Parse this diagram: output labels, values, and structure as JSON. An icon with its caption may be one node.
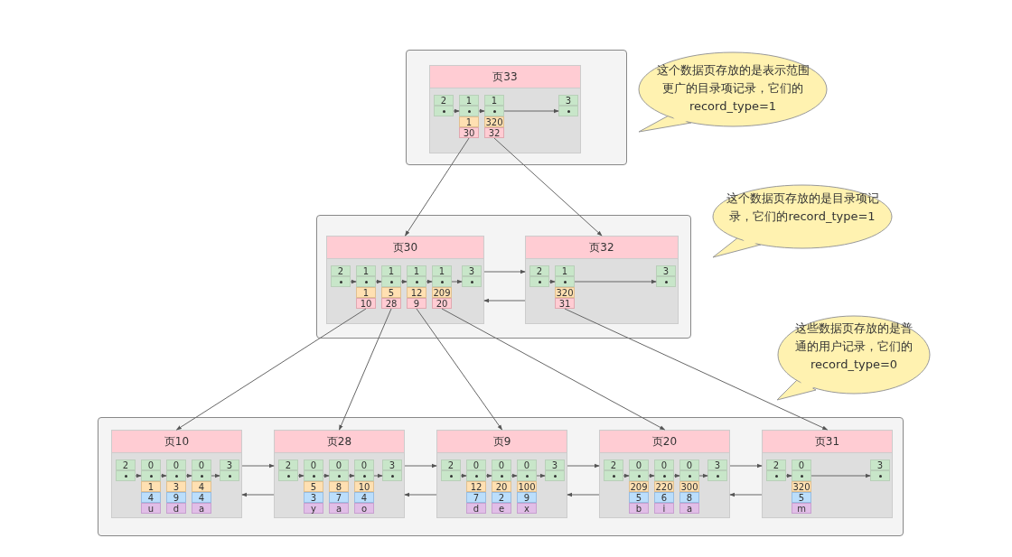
{
  "diagram": {
    "nodes": [
      {
        "text": [],
        "shape": "box"
      },
      {
        "text": [
          "页33"
        ],
        "in": 0
      },
      {
        "text": [
          "2"
        ],
        "in": 1
      },
      {
        "text": [
          "1",
          "1",
          "30"
        ],
        "in": 1
      },
      {
        "text": [
          "1",
          "320",
          "32"
        ],
        "in": 1
      },
      {
        "text": [
          "3"
        ],
        "in": 1
      },
      {
        "text": [],
        "shape": "box"
      },
      {
        "text": [
          "页30"
        ],
        "in": 6
      },
      {
        "text": [
          "2"
        ],
        "in": 7
      },
      {
        "text": [
          "1",
          "1",
          "10"
        ],
        "in": 7
      },
      {
        "text": [
          "1",
          "5",
          "28"
        ],
        "in": 7
      },
      {
        "text": [
          "1",
          "12",
          "9"
        ],
        "in": 7
      },
      {
        "text": [
          "1",
          "209",
          "20"
        ],
        "in": 7
      },
      {
        "text": [
          "3"
        ],
        "in": 7
      },
      {
        "text": [
          "页32"
        ],
        "in": 6
      },
      {
        "text": [
          "2"
        ],
        "in": 14
      },
      {
        "text": [
          "1",
          "320",
          "31"
        ],
        "in": 14
      },
      {
        "text": [
          "3"
        ],
        "in": 14
      },
      {
        "text": [],
        "shape": "box"
      },
      {
        "text": [
          "页10"
        ],
        "in": 18
      },
      {
        "text": [
          "2"
        ],
        "in": 19
      },
      {
        "text": [
          "0",
          "1",
          "4",
          "u"
        ],
        "in": 19
      },
      {
        "text": [
          "0",
          "3",
          "9",
          "d"
        ],
        "in": 19
      },
      {
        "text": [
          "0",
          "4",
          "4",
          "a"
        ],
        "in": 19
      },
      {
        "text": [
          "3"
        ],
        "in": 19
      },
      {
        "text": [
          "页28"
        ],
        "in": 18
      },
      {
        "text": [
          "2"
        ],
        "in": 25
      },
      {
        "text": [
          "0",
          "5",
          "3",
          "y"
        ],
        "in": 25
      },
      {
        "text": [
          "0",
          "8",
          "7",
          "a"
        ],
        "in": 25
      },
      {
        "text": [
          "0",
          "10",
          "4",
          "o"
        ],
        "in": 25
      },
      {
        "text": [
          "3"
        ],
        "in": 25
      },
      {
        "text": [
          "页9"
        ],
        "in": 18
      },
      {
        "text": [
          "2"
        ],
        "in": 31
      },
      {
        "text": [
          "0",
          "12",
          "7",
          "d"
        ],
        "in": 31
      },
      {
        "text": [
          "0",
          "20",
          "2",
          "e"
        ],
        "in": 31
      },
      {
        "text": [
          "0",
          "100",
          "9",
          "x"
        ],
        "in": 31
      },
      {
        "text": [
          "3"
        ],
        "in": 31
      },
      {
        "text": [
          "页20"
        ],
        "in": 18
      },
      {
        "text": [
          "2"
        ],
        "in": 37
      },
      {
        "text": [
          "0",
          "209",
          "5",
          "b"
        ],
        "in": 37
      },
      {
        "text": [
          "0",
          "220",
          "6",
          "i"
        ],
        "in": 37
      },
      {
        "text": [
          "0",
          "300",
          "8",
          "a"
        ],
        "in": 37
      },
      {
        "text": [
          "3"
        ],
        "in": 37
      },
      {
        "text": [
          "页31"
        ],
        "in": 18
      },
      {
        "text": [
          "2"
        ],
        "in": 43
      },
      {
        "text": [
          "0",
          "320",
          "5",
          "m"
        ],
        "in": 43
      },
      {
        "text": [
          "3"
        ],
        "in": 43
      },
      {
        "text": [
          "这个数据页存放的是表示范围更广的目录项记录，它们的record_type=1"
        ]
      },
      {
        "text": [
          "这个数据页存放的是目录项记录，它们的record_type=1"
        ]
      },
      {
        "text": [
          "这些数据页存放的是普通的用户记录，它们的record_type=0"
        ]
      }
    ],
    "edges": [
      {
        "from": 2,
        "to": 3,
        "arrow": "to"
      },
      {
        "from": 3,
        "to": 4,
        "arrow": "to"
      },
      {
        "from": 4,
        "to": 5,
        "arrow": "to"
      },
      {
        "from": 8,
        "to": 9,
        "arrow": "to"
      },
      {
        "from": 9,
        "to": 10,
        "arrow": "to"
      },
      {
        "from": 10,
        "to": 11,
        "arrow": "to"
      },
      {
        "from": 11,
        "to": 12,
        "arrow": "to"
      },
      {
        "from": 12,
        "to": 13,
        "arrow": "to"
      },
      {
        "from": 15,
        "to": 16,
        "arrow": "to"
      },
      {
        "from": 16,
        "to": 17,
        "arrow": "to"
      },
      {
        "from": 20,
        "to": 21,
        "arrow": "to"
      },
      {
        "from": 21,
        "to": 22,
        "arrow": "to"
      },
      {
        "from": 22,
        "to": 23,
        "arrow": "to"
      },
      {
        "from": 23,
        "to": 24,
        "arrow": "to"
      },
      {
        "from": 26,
        "to": 27,
        "arrow": "to"
      },
      {
        "from": 27,
        "to": 28,
        "arrow": "to"
      },
      {
        "from": 28,
        "to": 29,
        "arrow": "to"
      },
      {
        "from": 29,
        "to": 30,
        "arrow": "to"
      },
      {
        "from": 32,
        "to": 33,
        "arrow": "to"
      },
      {
        "from": 33,
        "to": 34,
        "arrow": "to"
      },
      {
        "from": 34,
        "to": 35,
        "arrow": "to"
      },
      {
        "from": 35,
        "to": 36,
        "arrow": "to"
      },
      {
        "from": 38,
        "to": 39,
        "arrow": "to"
      },
      {
        "from": 39,
        "to": 40,
        "arrow": "to"
      },
      {
        "from": 40,
        "to": 41,
        "arrow": "to"
      },
      {
        "from": 41,
        "to": 42,
        "arrow": "to"
      },
      {
        "from": 44,
        "to": 45,
        "arrow": "to"
      },
      {
        "from": 45,
        "to": 46,
        "arrow": "to"
      },
      {
        "from": 3,
        "to": 7,
        "arrow": "to"
      },
      {
        "from": 4,
        "to": 14,
        "arrow": "to"
      },
      {
        "from": 9,
        "to": 19,
        "arrow": "to"
      },
      {
        "from": 10,
        "to": 25,
        "arrow": "to"
      },
      {
        "from": 11,
        "to": 31,
        "arrow": "to"
      },
      {
        "from": 12,
        "to": 37,
        "arrow": "to"
      },
      {
        "from": 16,
        "to": 43,
        "arrow": "to"
      },
      {
        "from": 7,
        "to": 14,
        "arrow": "to"
      },
      {
        "from": 14,
        "to": 7,
        "arrow": "to"
      },
      {
        "from": 19,
        "to": 25,
        "arrow": "to"
      },
      {
        "from": 25,
        "to": 19,
        "arrow": "to"
      },
      {
        "from": 25,
        "to": 31,
        "arrow": "to"
      },
      {
        "from": 31,
        "to": 25,
        "arrow": "to"
      },
      {
        "from": 31,
        "to": 37,
        "arrow": "to"
      },
      {
        "from": 37,
        "to": 31,
        "arrow": "to"
      },
      {
        "from": 37,
        "to": 43,
        "arrow": "to"
      },
      {
        "from": 43,
        "to": 37,
        "arrow": "to"
      }
    ]
  }
}
